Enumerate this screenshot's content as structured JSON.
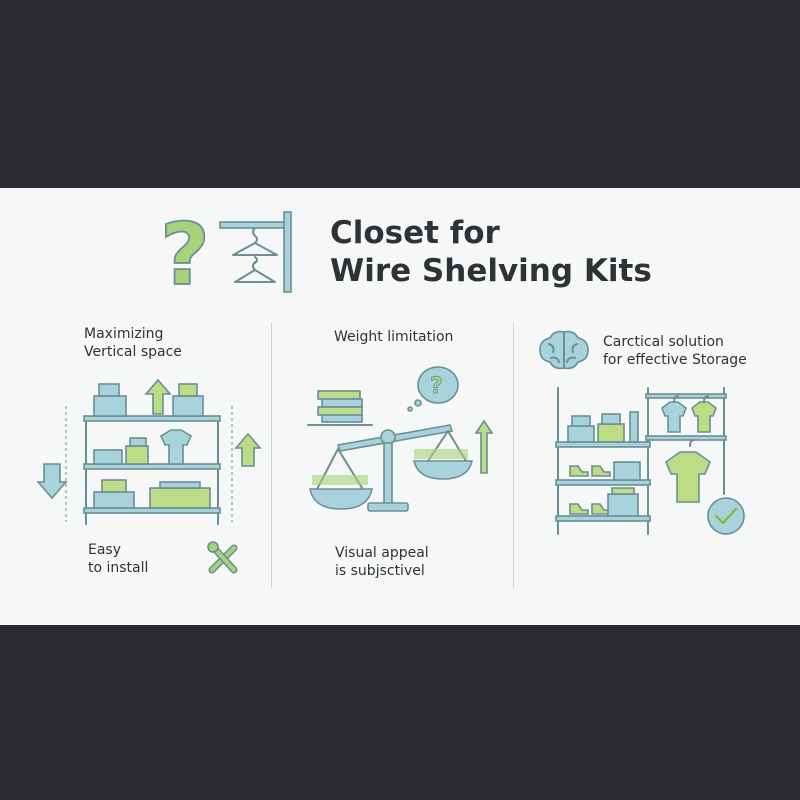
{
  "title": {
    "line1": "Closet for",
    "line2": "Wire Shelving Kits"
  },
  "sections": {
    "vertical_space": {
      "line1": "Maximizing",
      "line2": "Vertical space"
    },
    "easy_install": {
      "line1": "Easy",
      "line2": "to install"
    },
    "weight": {
      "line1": "Weight limitation"
    },
    "visual": {
      "line1": "Visual appeal",
      "line2": "is subjsctivel"
    },
    "practical": {
      "line1": "Carctical solution",
      "line2": "for effective Storage"
    }
  },
  "question_glyph": "?",
  "colors": {
    "accent_green": "#a8d278",
    "accent_blue": "#9fcfd9",
    "outline": "#6a8f95",
    "text": "#2e3236",
    "panel": "#f6f8f7",
    "background": "#2a2b2e"
  },
  "icons": [
    "question-mark-icon",
    "hanger-rail-icon",
    "wire-shelf-icon",
    "wrench-screwdriver-icon",
    "balance-scale-icon",
    "thought-question-icon",
    "brain-icon",
    "closet-shelf-icon",
    "checkmark-icon"
  ]
}
